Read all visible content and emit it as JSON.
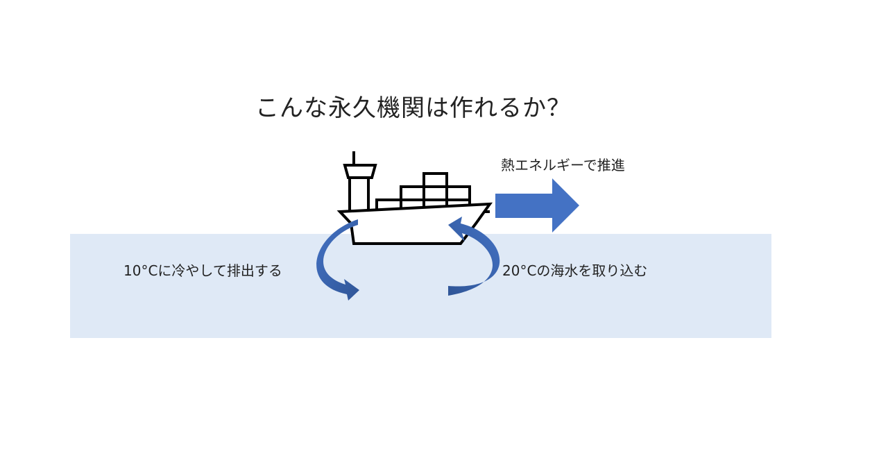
{
  "diagram": {
    "title": "こんな永久機関は作れるか？",
    "labels": {
      "propulsion": "熱エネルギーで推進",
      "exhaust": "10°Cに冷やして排出する",
      "intake": "20°Cの海水を取り込む"
    },
    "colors": {
      "sea": "#dfe9f6",
      "arrow": "#4472c4",
      "arrow_dark": "#2f5597",
      "ship_outline": "#000000",
      "ship_fill": "#ffffff"
    },
    "icons": [
      "container-ship-icon",
      "right-arrow-icon",
      "curved-arrow-icon"
    ]
  }
}
